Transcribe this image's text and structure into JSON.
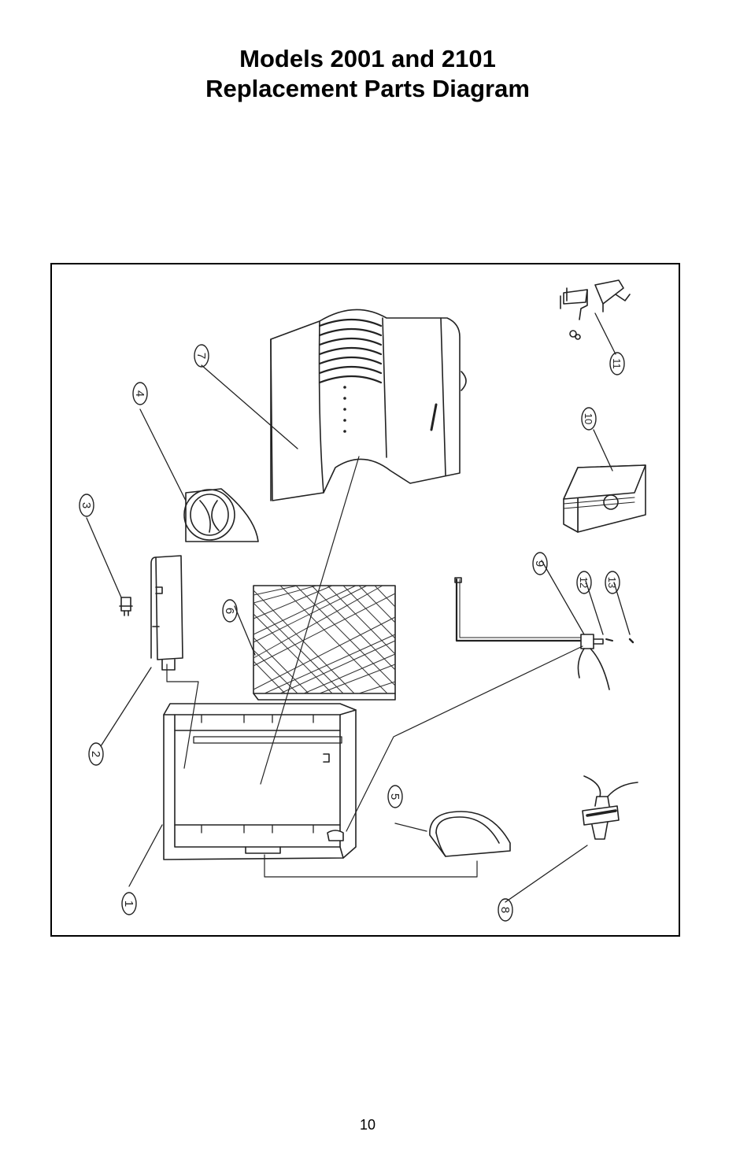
{
  "page": {
    "title_line1": "Models 2001 and 2101",
    "title_line2": "Replacement Parts Diagram",
    "page_number": "10"
  },
  "diagram": {
    "callouts": [
      "1",
      "2",
      "3",
      "4",
      "5",
      "6",
      "7",
      "8",
      "9",
      "10",
      "11",
      "12",
      "13"
    ]
  }
}
